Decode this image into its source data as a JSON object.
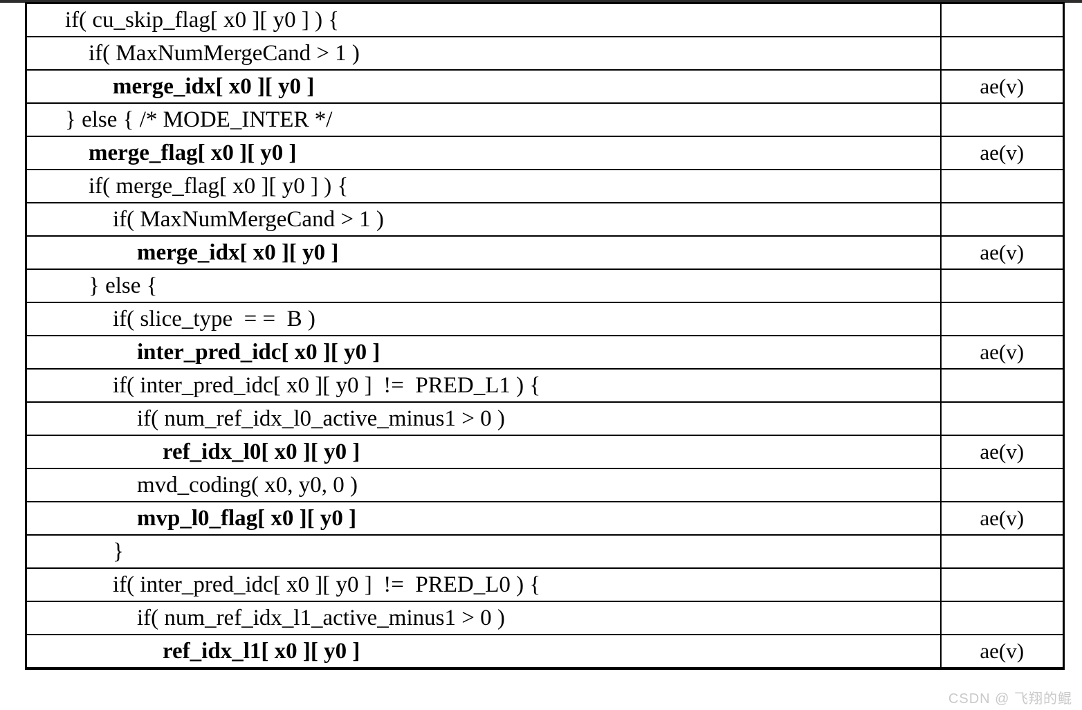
{
  "document": {
    "type": "syntax-specification-table",
    "title": "coding unit inter prediction syntax"
  },
  "columns": {
    "syntax": "",
    "descriptor": ""
  },
  "colors": {
    "border": "#000000",
    "text": "#000000",
    "background": "#ffffff",
    "top_strip": "#2c2c2c",
    "watermark": "#c9c9c9"
  },
  "watermark": {
    "text": "CSDN @ 飞翔的鲲"
  },
  "rows": [
    {
      "indent": 1,
      "bold": false,
      "syntax": "if( cu_skip_flag[ x0 ][ y0 ] ) {",
      "descriptor": ""
    },
    {
      "indent": 2,
      "bold": false,
      "syntax": "if( MaxNumMergeCand > 1 )",
      "descriptor": ""
    },
    {
      "indent": 3,
      "bold": true,
      "syntax": "merge_idx[ x0 ][ y0 ]",
      "descriptor": "ae(v)"
    },
    {
      "indent": 1,
      "bold": false,
      "syntax": "} else { /* MODE_INTER */",
      "descriptor": ""
    },
    {
      "indent": 2,
      "bold": true,
      "syntax": "merge_flag[ x0 ][ y0 ]",
      "descriptor": "ae(v)"
    },
    {
      "indent": 2,
      "bold": false,
      "syntax": "if( merge_flag[ x0 ][ y0 ] ) {",
      "descriptor": ""
    },
    {
      "indent": 3,
      "bold": false,
      "syntax": "if( MaxNumMergeCand > 1 )",
      "descriptor": ""
    },
    {
      "indent": 4,
      "bold": true,
      "syntax": "merge_idx[ x0 ][ y0 ]",
      "descriptor": "ae(v)"
    },
    {
      "indent": 2,
      "bold": false,
      "syntax": "} else {",
      "descriptor": ""
    },
    {
      "indent": 3,
      "bold": false,
      "syntax": "if( slice_type  = =  B )",
      "descriptor": ""
    },
    {
      "indent": 4,
      "bold": true,
      "syntax": "inter_pred_idc[ x0 ][ y0 ]",
      "descriptor": "ae(v)"
    },
    {
      "indent": 3,
      "bold": false,
      "syntax": "if( inter_pred_idc[ x0 ][ y0 ]  !=  PRED_L1 ) {",
      "descriptor": ""
    },
    {
      "indent": 4,
      "bold": false,
      "syntax": "if( num_ref_idx_l0_active_minus1 > 0 )",
      "descriptor": ""
    },
    {
      "indent": 5,
      "bold": true,
      "syntax": "ref_idx_l0[ x0 ][ y0 ]",
      "descriptor": "ae(v)"
    },
    {
      "indent": 4,
      "bold": false,
      "syntax": "mvd_coding( x0, y0, 0 )",
      "descriptor": ""
    },
    {
      "indent": 4,
      "bold": true,
      "syntax": "mvp_l0_flag[ x0 ][ y0 ]",
      "descriptor": "ae(v)"
    },
    {
      "indent": 3,
      "bold": false,
      "syntax": "}",
      "descriptor": ""
    },
    {
      "indent": 3,
      "bold": false,
      "syntax": "if( inter_pred_idc[ x0 ][ y0 ]  !=  PRED_L0 ) {",
      "descriptor": ""
    },
    {
      "indent": 4,
      "bold": false,
      "syntax": "if( num_ref_idx_l1_active_minus1 > 0 )",
      "descriptor": ""
    },
    {
      "indent": 5,
      "bold": true,
      "syntax": "ref_idx_l1[ x0 ][ y0 ]",
      "descriptor": "ae(v)"
    }
  ]
}
